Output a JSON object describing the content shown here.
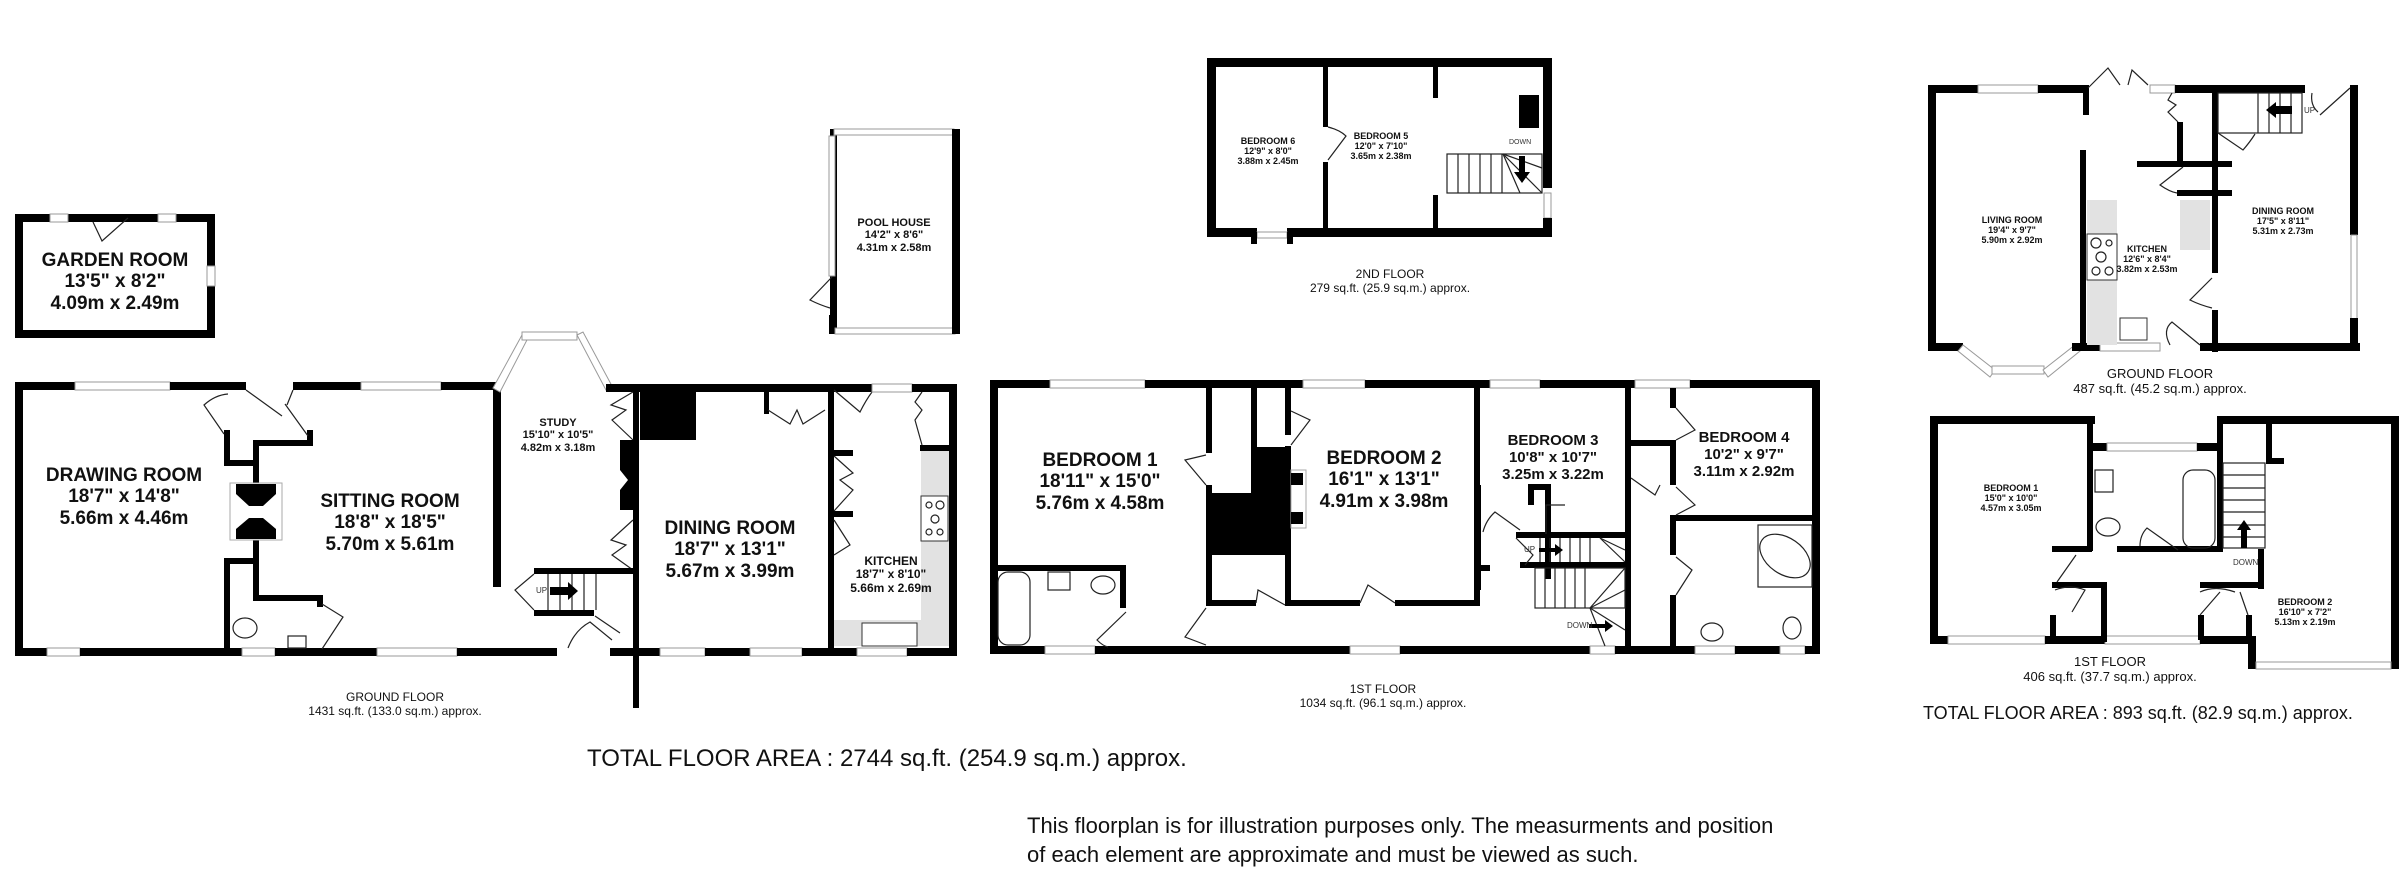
{
  "plan_a": {
    "ground_floor": {
      "caption": "GROUND FLOOR",
      "area": "1431 sq.ft. (133.0 sq.m.) approx.",
      "rooms": [
        {
          "name": "GARDEN ROOM",
          "imperial": "13'5\"  x 8'2\"",
          "metric": "4.09m  x 2.49m"
        },
        {
          "name": "DRAWING ROOM",
          "imperial": "18'7\"  x 14'8\"",
          "metric": "5.66m  x 4.46m"
        },
        {
          "name": "SITTING ROOM",
          "imperial": "18'8\"  x 18'5\"",
          "metric": "5.70m  x 5.61m"
        },
        {
          "name": "STUDY",
          "imperial": "15'10\"  x 10'5\"",
          "metric": "4.82m  x 3.18m"
        },
        {
          "name": "DINING ROOM",
          "imperial": "18'7\"  x 13'1\"",
          "metric": "5.67m  x 3.99m"
        },
        {
          "name": "KITCHEN",
          "imperial": "18'7\"  x 8'10\"",
          "metric": "5.66m  x 2.69m"
        },
        {
          "name": "POOL HOUSE",
          "imperial": "14'2\"  x 8'6\"",
          "metric": "4.31m  x 2.58m"
        }
      ],
      "stair_label": "UP"
    },
    "first_floor": {
      "caption": "1ST FLOOR",
      "area": "1034 sq.ft. (96.1 sq.m.) approx.",
      "rooms": [
        {
          "name": "BEDROOM 1",
          "imperial": "18'11\"  x 15'0\"",
          "metric": "5.76m  x 4.58m"
        },
        {
          "name": "BEDROOM 2",
          "imperial": "16'1\"  x 13'1\"",
          "metric": "4.91m  x 3.98m"
        },
        {
          "name": "BEDROOM 3",
          "imperial": "10'8\"  x 10'7\"",
          "metric": "3.25m  x 3.22m"
        },
        {
          "name": "BEDROOM 4",
          "imperial": "10'2\"  x 9'7\"",
          "metric": "3.11m  x 2.92m"
        }
      ],
      "stair_up": "UP",
      "stair_down": "DOWN"
    },
    "second_floor": {
      "caption": "2ND FLOOR",
      "area": "279 sq.ft. (25.9 sq.m.) approx.",
      "rooms": [
        {
          "name": "BEDROOM 6",
          "imperial": "12'9\"  x 8'0\"",
          "metric": "3.88m  x 2.45m"
        },
        {
          "name": "BEDROOM 5",
          "imperial": "12'0\"  x 7'10\"",
          "metric": "3.65m  x 2.38m"
        }
      ],
      "stair_down": "DOWN"
    },
    "total": "TOTAL FLOOR AREA : 2744 sq.ft. (254.9 sq.m.) approx."
  },
  "plan_b": {
    "ground_floor": {
      "caption": "GROUND FLOOR",
      "area": "487 sq.ft. (45.2 sq.m.) approx.",
      "rooms": [
        {
          "name": "LIVING ROOM",
          "imperial": "19'4\"  x 9'7\"",
          "metric": "5.90m  x 2.92m"
        },
        {
          "name": "KITCHEN",
          "imperial": "12'6\"  x 8'4\"",
          "metric": "3.82m  x 2.53m"
        },
        {
          "name": "DINING ROOM",
          "imperial": "17'5\"  x 8'11\"",
          "metric": "5.31m  x 2.73m"
        }
      ],
      "stair_label": "UP"
    },
    "first_floor": {
      "caption": "1ST FLOOR",
      "area": "406 sq.ft. (37.7 sq.m.) approx.",
      "rooms": [
        {
          "name": "BEDROOM 1",
          "imperial": "15'0\"  x 10'0\"",
          "metric": "4.57m  x 3.05m"
        },
        {
          "name": "BEDROOM 2",
          "imperial": "16'10\"  x 7'2\"",
          "metric": "5.13m  x 2.19m"
        }
      ],
      "stair_down": "DOWN"
    },
    "total": "TOTAL FLOOR AREA : 893 sq.ft. (82.9 sq.m.) approx."
  },
  "disclaimer": {
    "line1": "This floorplan is for illustration purposes only. The measurments and position",
    "line2": "of each element are approximate and must be viewed as such."
  }
}
